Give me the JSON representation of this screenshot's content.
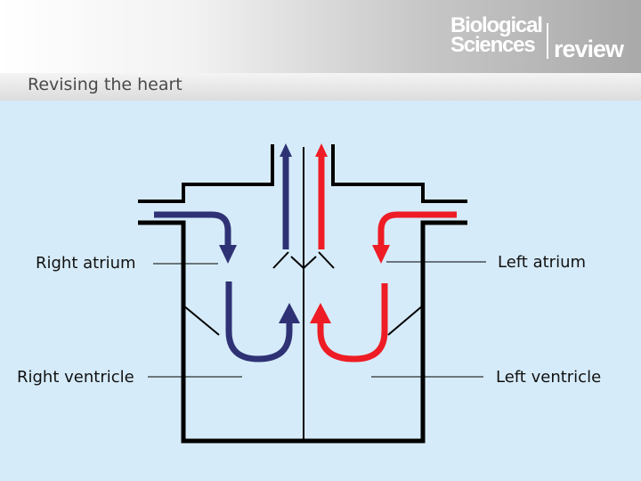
{
  "header": {
    "logo_line1": "Biological",
    "logo_line2": "Sciences",
    "logo_review": "review"
  },
  "page_title": "Revising the heart",
  "labels": {
    "right_atrium": "Right atrium",
    "left_atrium": "Left atrium",
    "right_ventricle": "Right ventricle",
    "left_ventricle": "Left ventricle"
  },
  "colors": {
    "deoxygenated": "#2e3275",
    "oxygenated": "#ee1c24",
    "outline": "#000000",
    "background": "#d6ebf9"
  }
}
